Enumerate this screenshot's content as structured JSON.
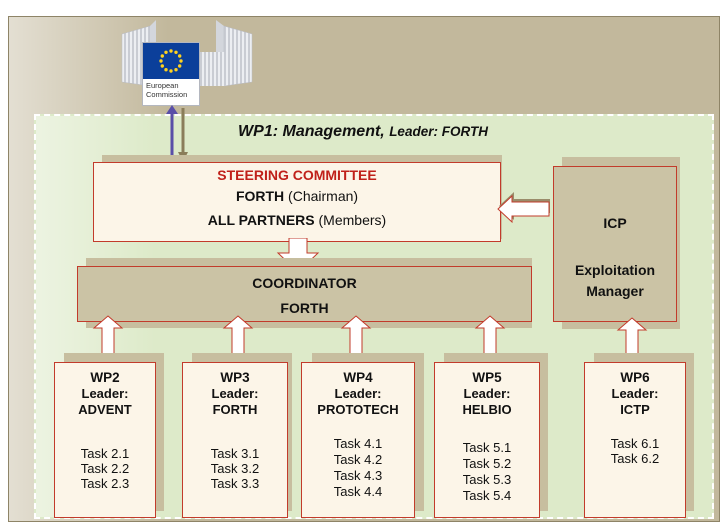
{
  "header": {
    "wp1_title": "WP1: Management,",
    "wp1_leader": "Leader: FORTH"
  },
  "commission": {
    "line1": "European",
    "line2": "Commission"
  },
  "steering": {
    "title": "STEERING COMMITTEE",
    "chair_name": "FORTH",
    "chair_role": "(Chairman)",
    "members_name": "ALL PARTNERS",
    "members_role": "(Members)"
  },
  "coordinator": {
    "title": "COORDINATOR",
    "name": "FORTH"
  },
  "icp": {
    "name": "ICP",
    "role_line1": "Exploitation",
    "role_line2": "Manager"
  },
  "work_packages": [
    {
      "id": "WP2",
      "leader_label": "Leader:",
      "leader": "ADVENT",
      "tasks": [
        "Task 2.1",
        "Task 2.2",
        "Task 2.3"
      ]
    },
    {
      "id": "WP3",
      "leader_label": "Leader:",
      "leader": "FORTH",
      "tasks": [
        "Task 3.1",
        "Task 3.2",
        "Task 3.3"
      ]
    },
    {
      "id": "WP4",
      "leader_label": "Leader:",
      "leader": "PROTOTECH",
      "tasks": [
        "Task 4.1",
        "Task 4.2",
        "Task 4.3",
        "Task 4.4"
      ]
    },
    {
      "id": "WP5",
      "leader_label": "Leader:",
      "leader": "HELBIO",
      "tasks": [
        "Task 5.1",
        "Task 5.2",
        "Task 5.3",
        "Task 5.4"
      ]
    },
    {
      "id": "WP6",
      "leader_label": "Leader:",
      "leader": "ICTP",
      "tasks": [
        "Task 6.1",
        "Task 6.2"
      ]
    }
  ],
  "colors": {
    "outer_frame": "#c2b89c",
    "inner_frame": "#ddeac9",
    "box_border": "#c23b2b",
    "steering_title": "#c0211a",
    "eu_blue": "#0b3f9a",
    "eu_star": "#ffd21f"
  },
  "icons": [
    "european-commission-logo",
    "up-arrow-icon",
    "left-arrow-icon",
    "down-arrow-icon",
    "double-arrow-icon"
  ]
}
